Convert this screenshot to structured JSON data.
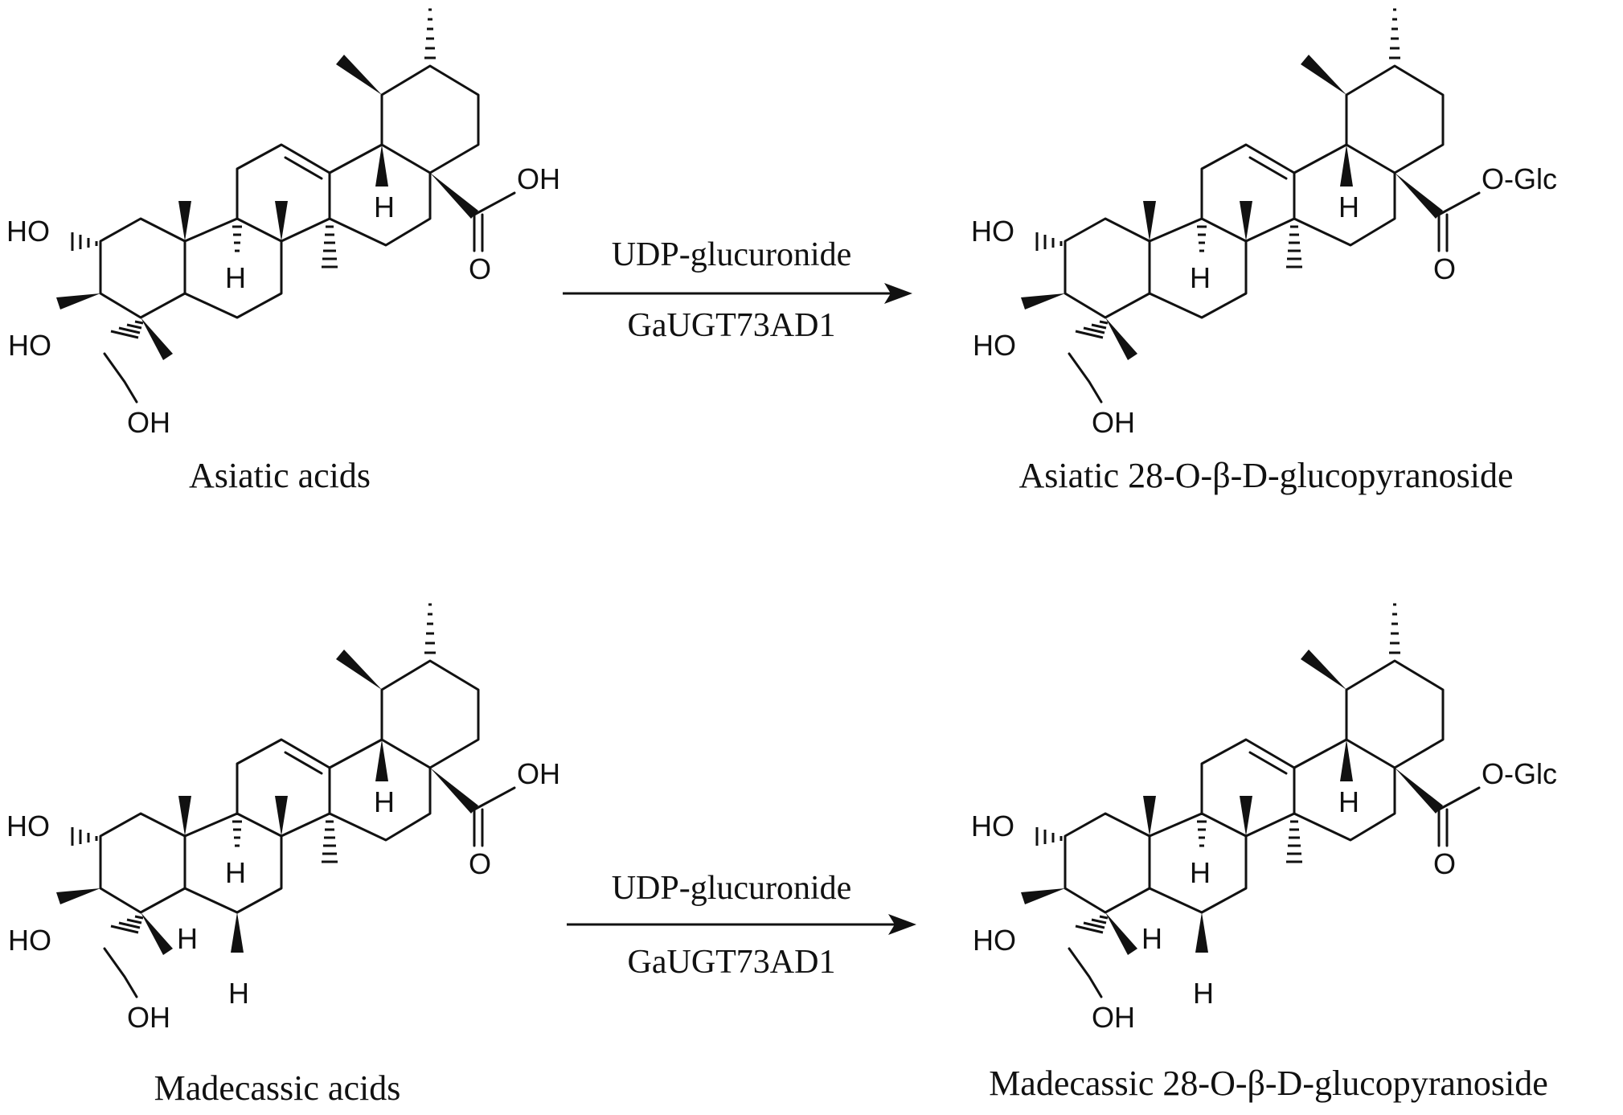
{
  "reactions": [
    {
      "reactant": {
        "name": "Asiatic acids",
        "acid_group": "OH"
      },
      "product": {
        "name": "Asiatic 28-O-β-D-glucopyranoside",
        "ester_group": "O-Glc"
      },
      "reagent": "UDP-glucuronide",
      "enzyme": "GaUGT73AD1"
    },
    {
      "reactant": {
        "name": "Madecassic acids",
        "acid_group": "OH"
      },
      "product": {
        "name": "Madecassic 28-O-β-D-glucopyranoside",
        "ester_group": "O-Glc"
      },
      "reagent": "UDP-glucuronide",
      "enzyme": "GaUGT73AD1"
    }
  ],
  "atom_labels": {
    "hydroxyl": "HO",
    "hydroxyl_right": "OH",
    "hydrogen": "H",
    "carbonyl_oxygen": "O"
  }
}
